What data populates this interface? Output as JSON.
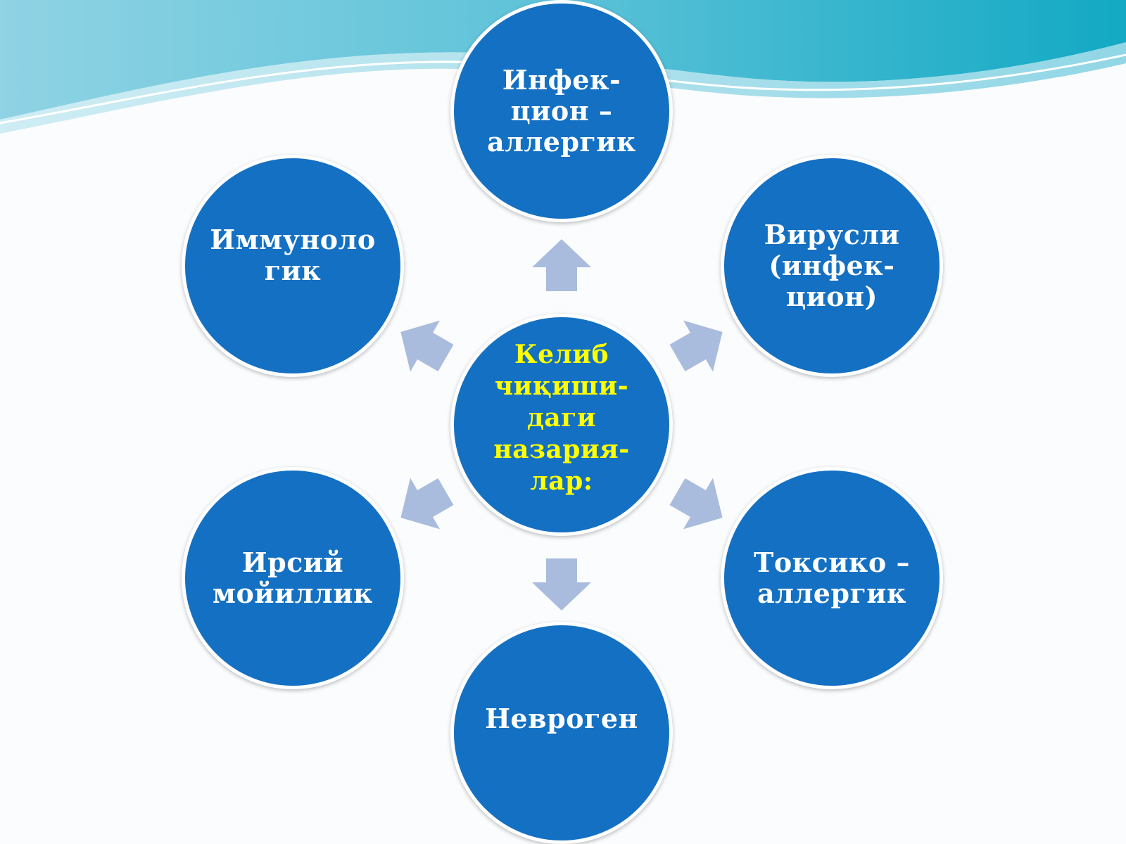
{
  "colors": {
    "node_fill": "#1470c2",
    "node_border": "#ffffff",
    "node_text": "#ffffff",
    "center_text": "#ffff00",
    "arrow_fill": "#a9bcdd",
    "wave_dark": "#1fb0c8",
    "wave_light": "#9ed8e6",
    "background": "#fbfcfd"
  },
  "center": {
    "label": "Келиб\nчиқиши-\nдаги\nназария-\nлар:"
  },
  "nodes": {
    "top": "Инфек-\nцион –\nаллергик",
    "top_right": "Вирусли\n(инфек-\nцион)",
    "bottom_right": "Токсико –\nаллергик",
    "bottom": "Невроген",
    "bottom_left": "Ирсий\nмойиллик",
    "top_left": "Иммуноло\nгик"
  },
  "arrows": [
    "up",
    "up-right",
    "down-right",
    "down",
    "down-left",
    "up-left"
  ]
}
